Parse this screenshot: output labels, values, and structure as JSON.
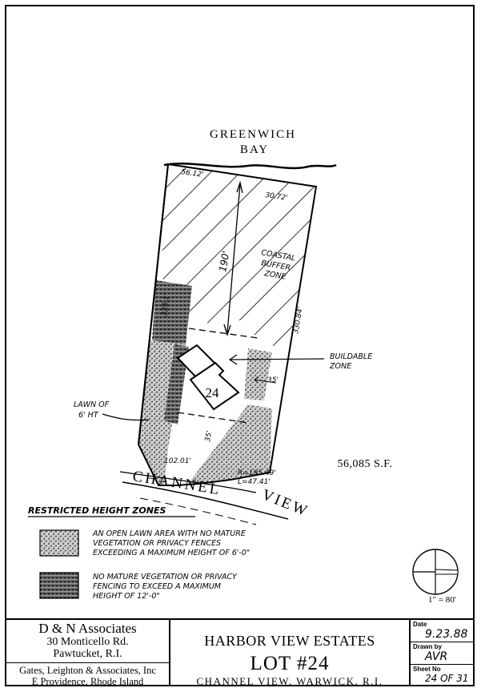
{
  "bay_label": [
    "GREENWICH",
    "BAY"
  ],
  "lot_number": "24",
  "area": "56,085 S.F.",
  "street_channel": "CHANNEL",
  "street_view": "VIEW",
  "scale": "1\" = 80'",
  "callouts": {
    "coastal_buffer": [
      "COASTAL",
      "BUFFER",
      "ZONE"
    ],
    "buildable": [
      "BUILDABLE",
      "ZONE"
    ],
    "lawn": [
      "LAWN OF",
      "6' HT"
    ]
  },
  "dimensions": {
    "top_left": "56.12'",
    "top_right": "30.72'",
    "left_side": "335.1'",
    "right_side": "330.84'",
    "setback_190": "190'",
    "setback_35_right": "35'",
    "setback_35_bottom": "35'",
    "front": "102.01'",
    "curve_r": "R=195.49'",
    "curve_l": "L=47.41'"
  },
  "legend": {
    "title": "RESTRICTED HEIGHT ZONES",
    "light": [
      "AN OPEN LAWN AREA WITH NO MATURE",
      "VEGETATION OR PRIVACY FENCES",
      "EXCEEDING A MAXIMUM HEIGHT OF 6'-0\""
    ],
    "dark": [
      "NO MATURE VEGETATION OR PRIVACY",
      "FENCING TO EXCEED A MAXIMUM",
      "HEIGHT OF 12'-0\""
    ]
  },
  "title_block": {
    "firm": "D & N Associates",
    "address1": "30 Monticello Rd.",
    "address2": "Pawtucket, R.I.",
    "engineer1": "Gates, Leighton & Associates, Inc",
    "engineer2": "E Providence, Rhode Island",
    "project": "HARBOR VIEW ESTATES",
    "lot": "LOT #24",
    "location": "CHANNEL VIEW, WARWICK, R.I.",
    "date_label": "Date",
    "date": "9.23.88",
    "drawn_label": "Drawn by",
    "drawn": "AVR",
    "sheet_label": "Sheet No",
    "sheet": "24 OF 31"
  }
}
